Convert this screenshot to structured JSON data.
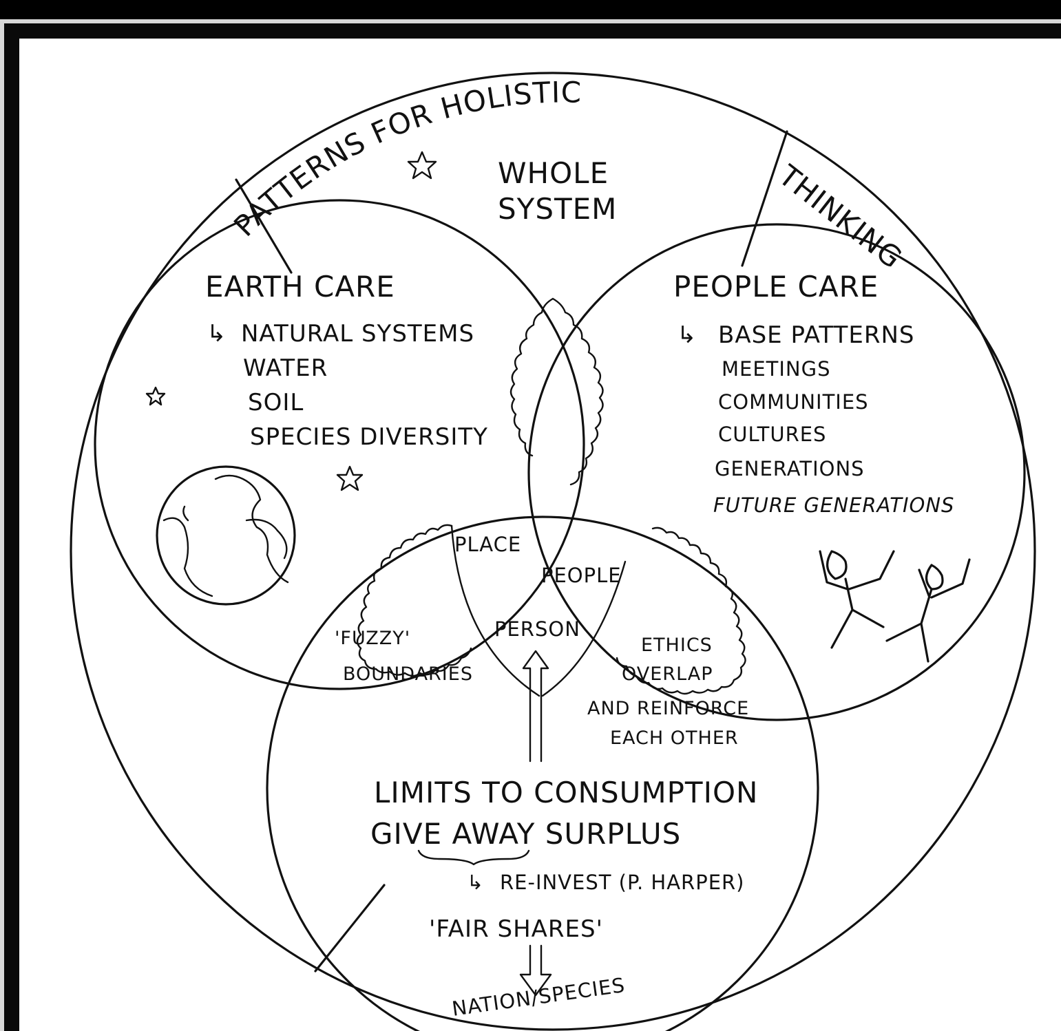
{
  "diagram": {
    "title_arc_left": "PATTERNS FOR HOLISTIC",
    "title_arc_right": "THINKING",
    "whole_system": [
      "WHOLE",
      "SYSTEM"
    ],
    "earth_care": {
      "title": "EARTH CARE",
      "items": [
        "NATURAL SYSTEMS",
        "WATER",
        "SOIL",
        "SPECIES DIVERSITY"
      ]
    },
    "people_care": {
      "title": "PEOPLE CARE",
      "items": [
        "BASE PATTERNS",
        "MEETINGS",
        "COMMUNITIES",
        "CULTURES",
        "GENERATIONS",
        "FUTURE GENERATIONS"
      ]
    },
    "center": {
      "place": "PLACE",
      "people": "PEOPLE",
      "person": "PERSON",
      "fuzzy": [
        "'FUZZY'",
        "BOUNDARIES"
      ],
      "ethics": [
        "ETHICS",
        "OVERLAP",
        "AND REINFORCE",
        "EACH OTHER"
      ]
    },
    "fair_shares": {
      "lines": [
        "LIMITS TO CONSUMPTION",
        "GIVE AWAY SURPLUS"
      ],
      "reinvest": "RE-INVEST (P. HARPER)",
      "fair_shares": "'FAIR SHARES'",
      "nation": "NATION/SPECIES"
    },
    "arrow_glyph": "↳"
  }
}
